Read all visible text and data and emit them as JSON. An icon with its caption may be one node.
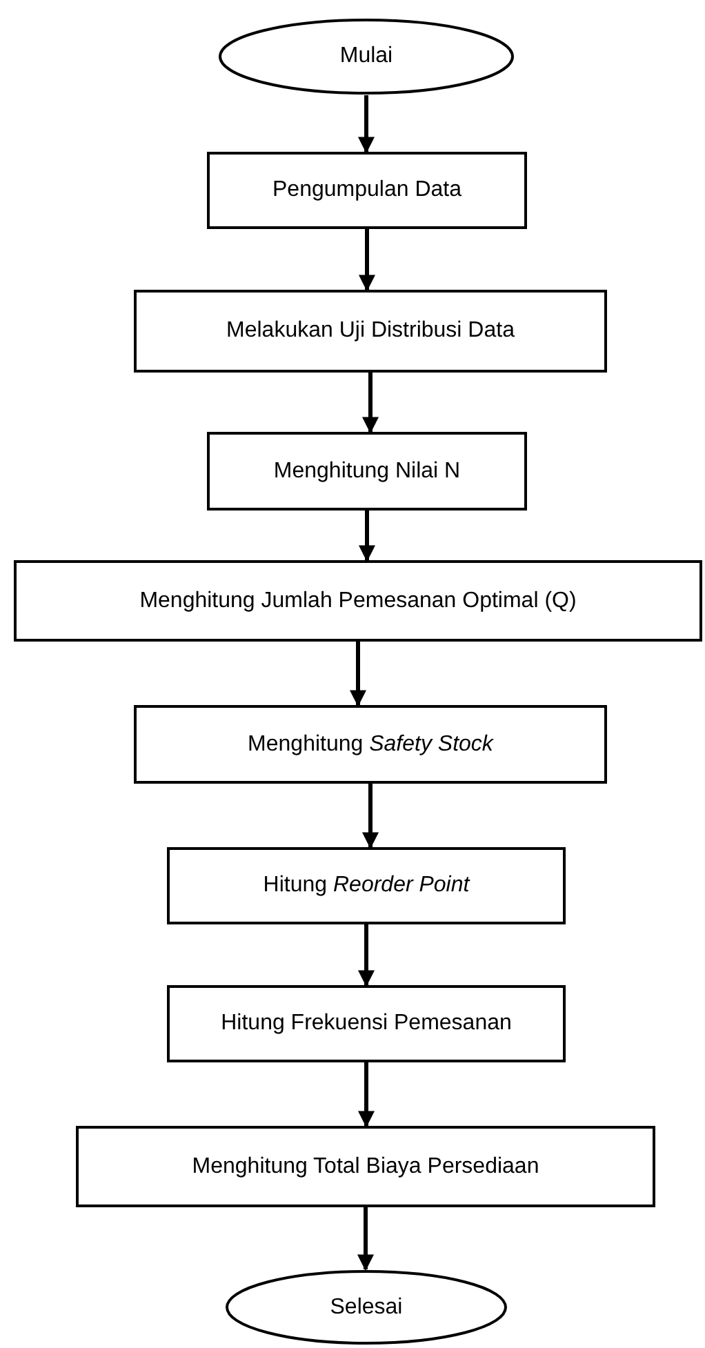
{
  "diagram": {
    "nodes": [
      {
        "text": [
          "Mulai"
        ]
      },
      {
        "text": [
          "Pengumpulan Data"
        ]
      },
      {
        "text": [
          "Melakukan Uji Distribusi Data"
        ]
      },
      {
        "text": [
          "Menghitung Nilai N"
        ]
      },
      {
        "text": [
          "Menghitung Jumlah Pemesanan Optimal (Q)"
        ]
      },
      {
        "text": [
          "Menghitung *Safety Stock*"
        ]
      },
      {
        "text": [
          "Hitung *Reorder Point*"
        ]
      },
      {
        "text": [
          "Hitung Frekuensi Pemesanan"
        ]
      },
      {
        "text": [
          "Menghitung Total Biaya Persediaan"
        ]
      },
      {
        "text": [
          "Selesai"
        ]
      }
    ],
    "edges": [
      {
        "from": 0,
        "to": 1,
        "arrow": "to"
      },
      {
        "from": 1,
        "to": 2,
        "arrow": "to"
      },
      {
        "from": 2,
        "to": 3,
        "arrow": "to"
      },
      {
        "from": 3,
        "to": 4,
        "arrow": "to"
      },
      {
        "from": 4,
        "to": 5,
        "arrow": "to"
      },
      {
        "from": 5,
        "to": 6,
        "arrow": "to"
      },
      {
        "from": 6,
        "to": 7,
        "arrow": "to"
      },
      {
        "from": 7,
        "to": 8,
        "arrow": "to"
      },
      {
        "from": 8,
        "to": 9,
        "arrow": "to"
      }
    ]
  }
}
